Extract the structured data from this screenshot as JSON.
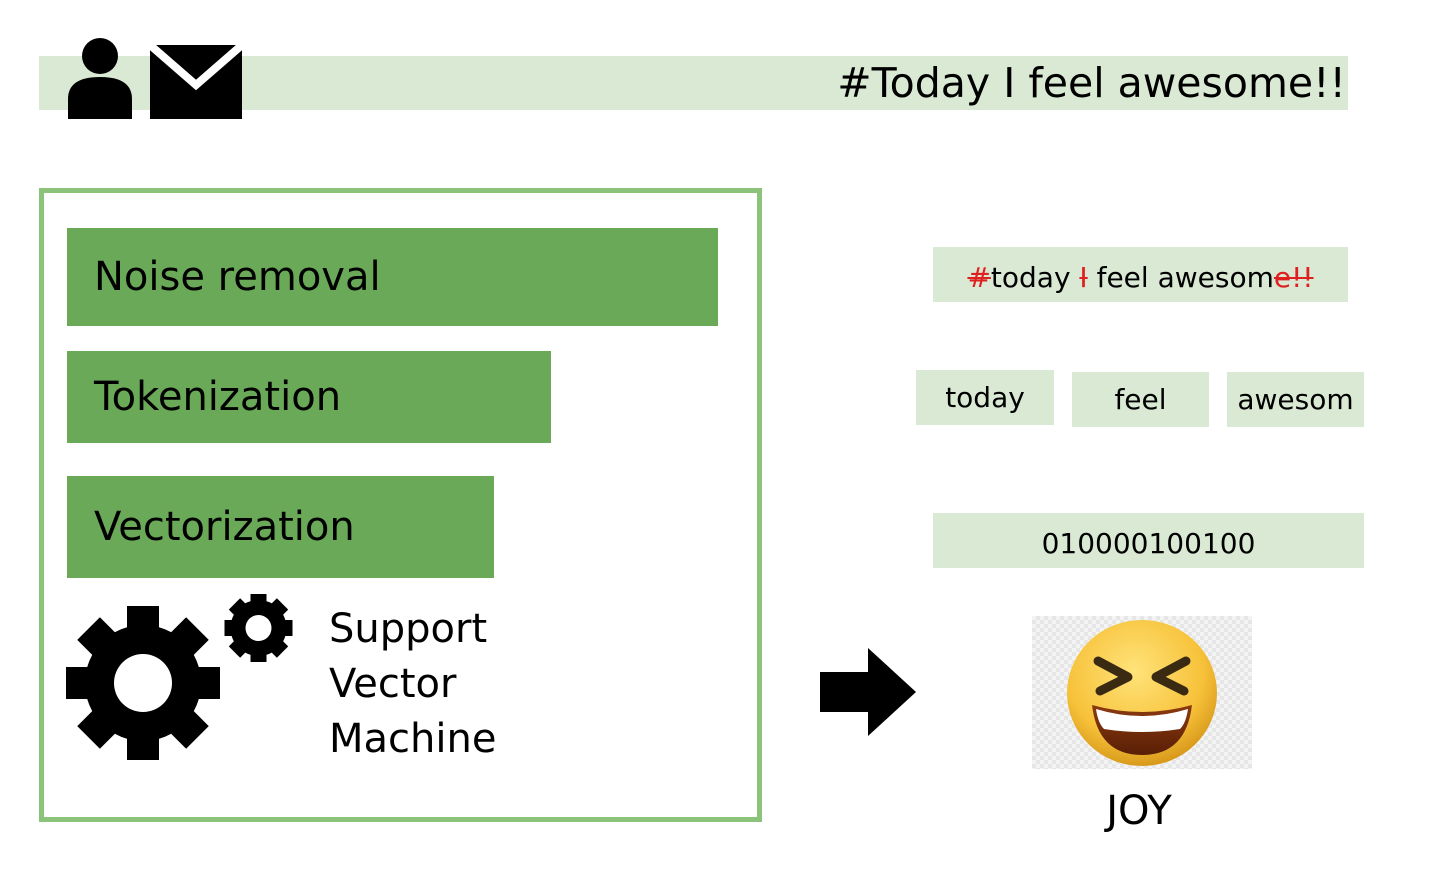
{
  "header": {
    "tweet": "#Today I feel awesome!!",
    "icons": [
      "user-icon",
      "mail-icon"
    ]
  },
  "pipeline": {
    "steps": [
      "Noise removal",
      "Tokenization",
      "Vectorization"
    ],
    "classifier_lines": [
      "Support",
      "Vector",
      "Machine"
    ],
    "icons": [
      "gear-large-icon",
      "gear-small-icon"
    ]
  },
  "outputs": {
    "cleaned": {
      "removed_hash": "#",
      "word_today": "today ",
      "removed_i": "I",
      "middle": " feel awesom",
      "removed_tail": "e!!"
    },
    "tokens": [
      "today",
      "feel",
      "awesom"
    ],
    "vector": "010000100100",
    "emotion": "JOY",
    "emoji": "grinning-squinting-face"
  },
  "colors": {
    "light_green": "#dae9d4",
    "step_green": "#6aa957",
    "border_green": "#8cc37b",
    "removed_red": "#e02020"
  }
}
